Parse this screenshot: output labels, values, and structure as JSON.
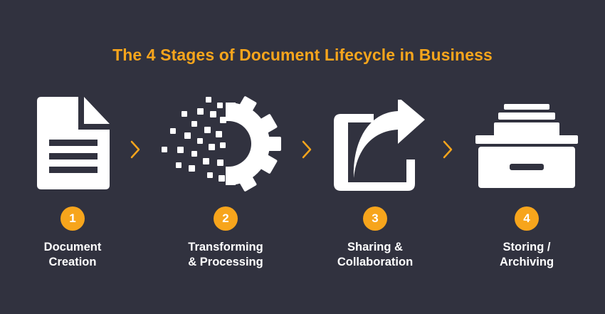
{
  "title": "The 4 Stages of Document Lifecycle in Business",
  "colors": {
    "background": "#31323f",
    "accent": "#f7a51c",
    "icon": "#ffffff",
    "text": "#ffffff"
  },
  "stages": [
    {
      "number": "1",
      "line1": "Document",
      "line2": "Creation",
      "icon": "document-icon"
    },
    {
      "number": "2",
      "line1": "Transforming",
      "line2": "& Processing",
      "icon": "gear-pixels-icon"
    },
    {
      "number": "3",
      "line1": "Sharing &",
      "line2": "Collaboration",
      "icon": "share-arrow-icon"
    },
    {
      "number": "4",
      "line1": "Storing /",
      "line2": "Archiving",
      "icon": "archive-drawer-icon"
    }
  ],
  "connectors": [
    "chevron-right-icon",
    "chevron-right-icon",
    "chevron-right-icon"
  ]
}
